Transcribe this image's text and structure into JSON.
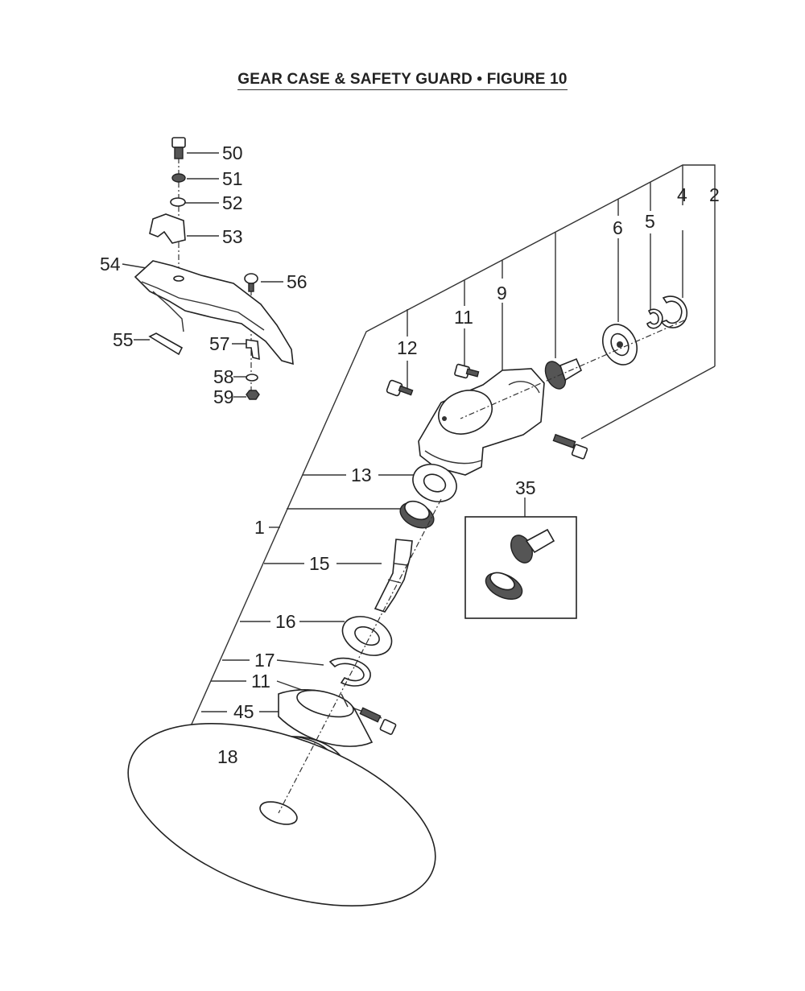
{
  "title": "GEAR CASE & SAFETY GUARD  •  FIGURE 10",
  "labels": {
    "p1": "1",
    "p2": "2",
    "p4": "4",
    "p5": "5",
    "p6": "6",
    "p9": "9",
    "p11a": "11",
    "p11b": "11",
    "p12": "12",
    "p13": "13",
    "p15": "15",
    "p16": "16",
    "p17": "17",
    "p18": "18",
    "p35": "35",
    "p45": "45",
    "p50": "50",
    "p51": "51",
    "p52": "52",
    "p53": "53",
    "p54": "54",
    "p55": "55",
    "p56": "56",
    "p57": "57",
    "p58": "58",
    "p59": "59"
  }
}
